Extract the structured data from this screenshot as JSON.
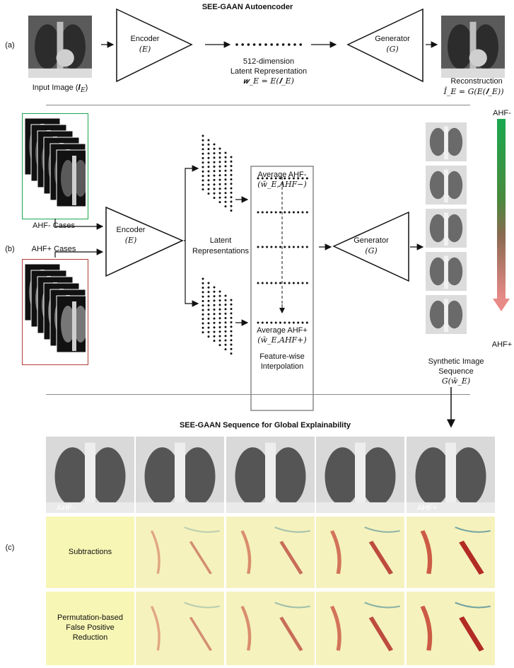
{
  "panel_a": {
    "label": "(a)",
    "title": "SEE-GAAN Autoencoder",
    "input_caption": "Input Image (𝑰",
    "input_sub": "E",
    "input_close": ")",
    "encoder_name": "Encoder",
    "encoder_sym": "(E)",
    "latent_line1": "512-dimension",
    "latent_line2": "Latent Representation",
    "latent_formula": "𝒘_E = E(𝑰_E)",
    "generator_name": "Generator",
    "generator_sym": "(G)",
    "recon_caption": "Reconstruction",
    "recon_formula": "Î_E = G(E(𝑰_E))"
  },
  "panel_b": {
    "label": "(b)",
    "ahf_neg_cases": "AHF- Cases",
    "ahf_pos_cases": "AHF+ Cases",
    "encoder_name": "Encoder",
    "encoder_sym": "(E)",
    "latent_label_1": "Latent",
    "latent_label_2": "Representations",
    "avg_neg_label": "Average AHF-",
    "avg_neg_formula": "(w̄_E,AHF−)",
    "avg_pos_label": "Average AHF+",
    "avg_pos_formula": "(w̄_E,AHF+)",
    "interp_1": "Feature-wise",
    "interp_2": "Interpolation",
    "generator_name": "Generator",
    "generator_sym": "(G)",
    "synthetic_1": "Synthetic Image",
    "synthetic_2": "Sequence",
    "synthetic_formula": "G(w̄_E)",
    "gradient_top": "AHF-",
    "gradient_bottom": "AHF+",
    "colors": {
      "green": "#1aa84f",
      "red": "#b33a3a",
      "pink": "#e88a88"
    }
  },
  "panel_c": {
    "label": "(c)",
    "title": "SEE-GAAN Sequence for Global Explainability",
    "first_label": "AHF-",
    "last_label": "AHF+",
    "row2_label": "Subtractions",
    "row3_line1": "Permutation-based",
    "row3_line2": "False Positive",
    "row3_line3": "Reduction"
  }
}
